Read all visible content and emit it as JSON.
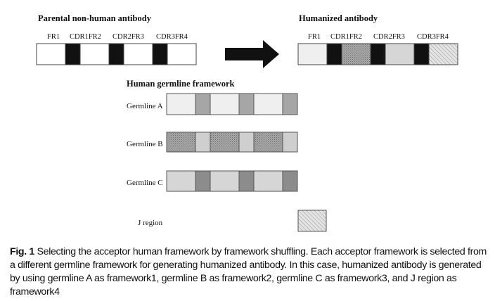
{
  "parental": {
    "title": "Parental non-human antibody",
    "labels": [
      "FR1",
      "CDR1FR2",
      "CDR2FR3",
      "CDR3FR4"
    ]
  },
  "humanized": {
    "title": "Humanized antibody",
    "labels": [
      "FR1",
      "CDR1FR2",
      "CDR2FR3",
      "CDR3FR4"
    ]
  },
  "germline_section": {
    "title": "Human germline framework",
    "rows": [
      {
        "label": "Germline A"
      },
      {
        "label": "Germline B"
      },
      {
        "label": "Germline C"
      }
    ],
    "j_region_label": "J region"
  },
  "caption": {
    "fig_label": "Fig. 1",
    "text": " Selecting the acceptor human framework by framework shuffling. Each acceptor framework is selected from a different germline framework for generating humanized antibody. In this case, humanized antibody is generated by using germline A as framework1, germline B as framework2, germline C as framework3, and J region as framework4"
  },
  "colors": {
    "outline": "#444444",
    "cdr_black": "#111111",
    "germline_a_fr": "#efefef",
    "germline_a_cdr": "#a6a6a6",
    "germline_b_fr": "#9a9a9a",
    "germline_b_cdr": "#cfcfcf",
    "germline_c_fr": "#d6d6d6",
    "germline_c_cdr": "#8c8c8c",
    "j_region": "#d9d9d9",
    "arrow": "#111111"
  }
}
